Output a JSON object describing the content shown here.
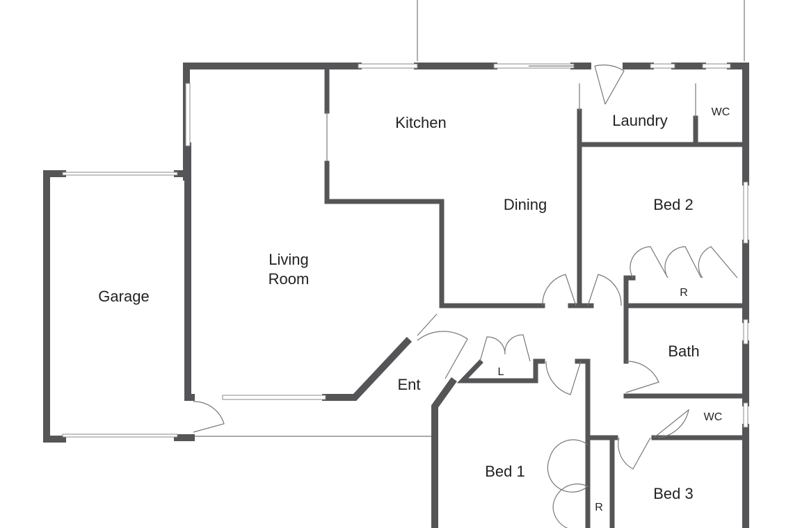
{
  "rooms": {
    "kitchen": "Kitchen",
    "laundry": "Laundry",
    "wc_top": "WC",
    "dining": "Dining",
    "bed2": "Bed 2",
    "living_line1": "Living",
    "living_line2": "Room",
    "garage": "Garage",
    "robe_bed2": "R",
    "bath": "Bath",
    "linen": "L",
    "entry": "Ent",
    "wc_bottom": "WC",
    "bed1": "Bed 1",
    "robe_bed1": "R",
    "bed3": "Bed 3"
  },
  "colors": {
    "wall": "#555558",
    "background": "#ffffff"
  }
}
